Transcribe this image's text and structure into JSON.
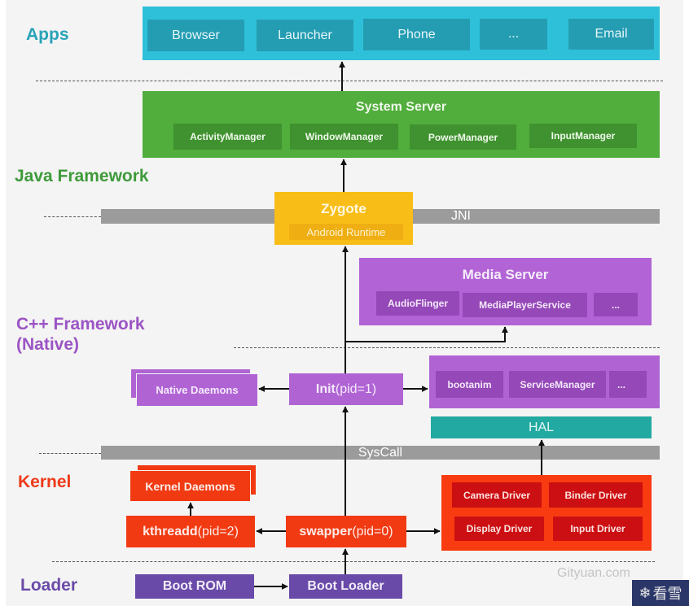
{
  "layers": {
    "apps": {
      "label": "Apps",
      "color": "#29a3b8"
    },
    "java": {
      "label": "Java Framework",
      "color": "#3e9a3a"
    },
    "cpp": {
      "label_line1": "C++ Framework",
      "label_line2": "(Native)",
      "color": "#9b54c4"
    },
    "kernel": {
      "label": "Kernel",
      "color": "#ee3a1a"
    },
    "loader": {
      "label": "Loader",
      "color": "#6a4aa8"
    }
  },
  "apps": {
    "items": [
      {
        "label": "Browser"
      },
      {
        "label": "Launcher"
      },
      {
        "label": "Phone"
      },
      {
        "label": "..."
      },
      {
        "label": "Email"
      }
    ]
  },
  "system_server": {
    "title": "System Server",
    "items": [
      {
        "label": "ActivityManager"
      },
      {
        "label": "WindowManager"
      },
      {
        "label": "PowerManager"
      },
      {
        "label": "InputManager"
      }
    ]
  },
  "jni_bar": {
    "label": "JNI"
  },
  "zygote": {
    "title": "Zygote",
    "subtitle": "Android Runtime"
  },
  "media_server": {
    "title": "Media Server",
    "items": [
      {
        "label": "AudioFlinger"
      },
      {
        "label": "MediaPlayerService"
      },
      {
        "label": "..."
      }
    ]
  },
  "native_daemons": {
    "label": "Native Daemons"
  },
  "init": {
    "name": "Init",
    "pid": "(pid=1)"
  },
  "native_services": {
    "items": [
      {
        "label": "bootanim"
      },
      {
        "label": "ServiceManager"
      },
      {
        "label": "..."
      }
    ]
  },
  "hal": {
    "label": "HAL"
  },
  "syscall_bar": {
    "label": "SysCall"
  },
  "kernel_daemons": {
    "label": "Kernel Daemons"
  },
  "kthreadd": {
    "name": "kthreadd",
    "pid": "(pid=2)"
  },
  "swapper": {
    "name": "swapper",
    "pid": "(pid=0)"
  },
  "drivers": {
    "items": [
      {
        "label": "Camera Driver"
      },
      {
        "label": "Binder Driver"
      },
      {
        "label": "Display Driver"
      },
      {
        "label": "Input Driver"
      }
    ]
  },
  "boot_rom": {
    "label": "Boot ROM"
  },
  "boot_loader": {
    "label": "Boot Loader"
  },
  "watermark": {
    "text": "Gityuan.com",
    "badge": "看雪"
  }
}
